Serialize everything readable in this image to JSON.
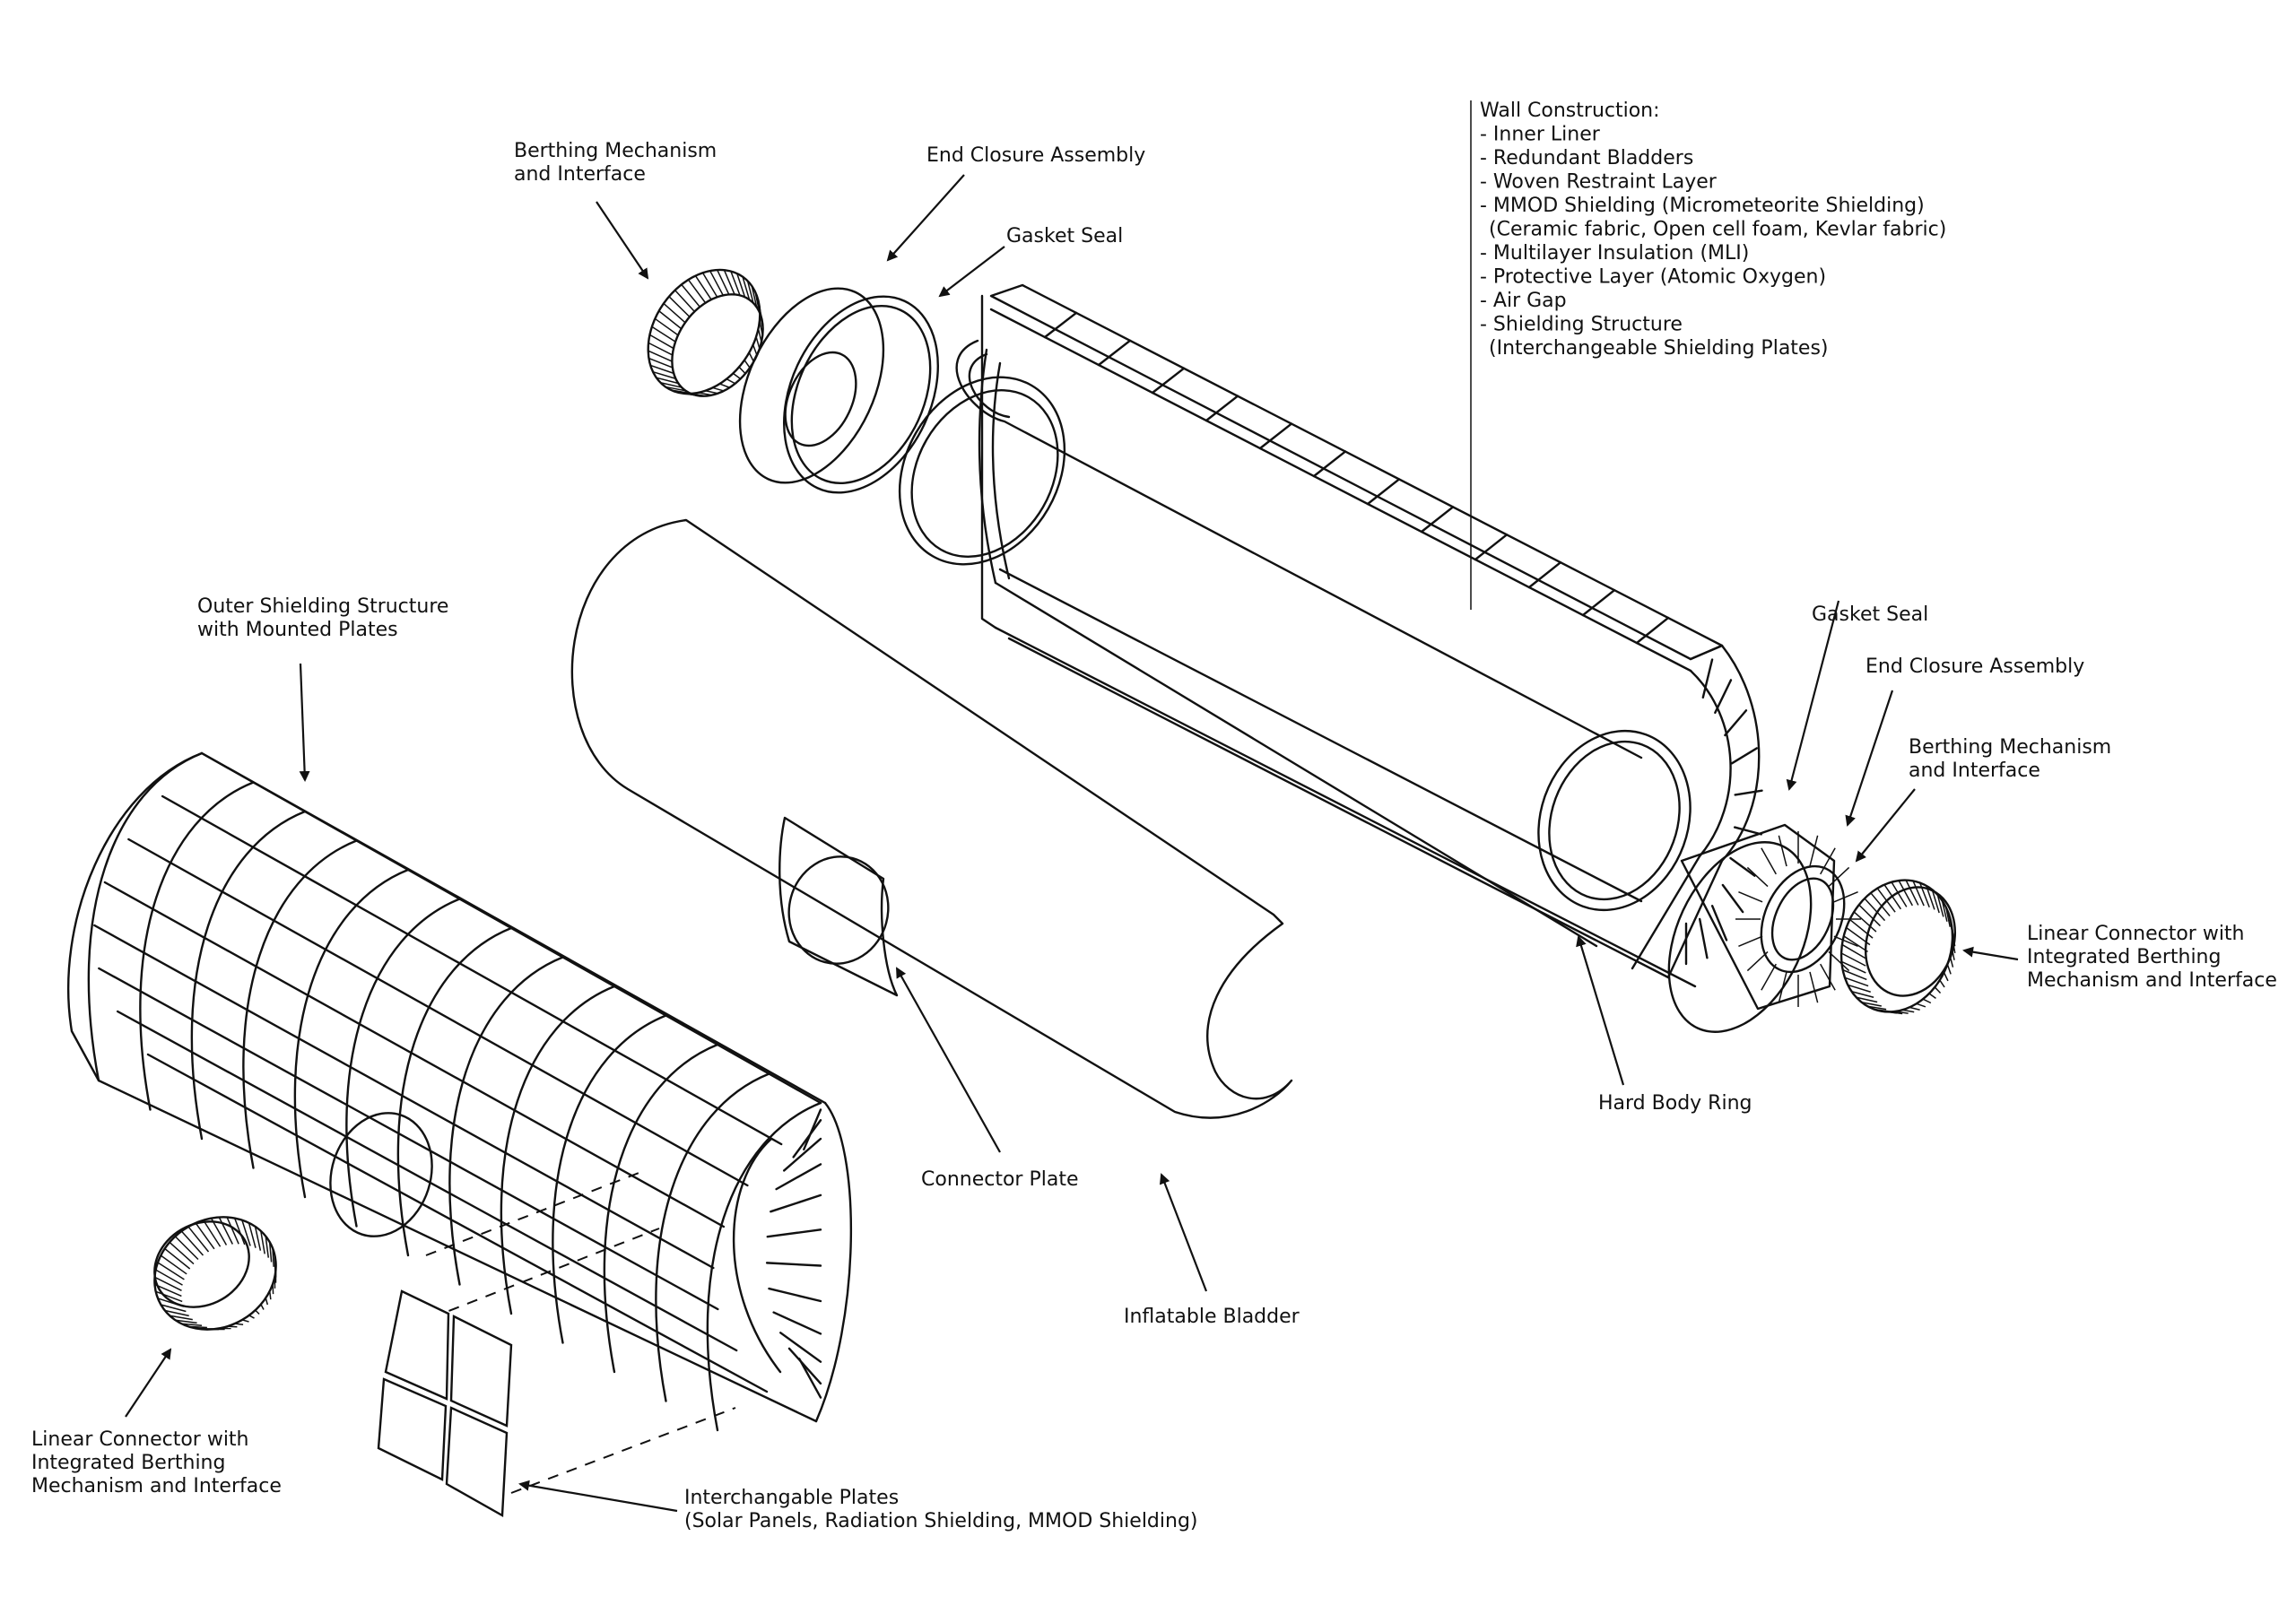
{
  "labels": {
    "berthing_top": [
      "Berthing Mechanism",
      "and Interface"
    ],
    "end_closure_top": "End Closure Assembly",
    "gasket_top": "Gasket Seal",
    "wall": [
      "Wall Construction:",
      "- Inner Liner",
      "- Redundant Bladders",
      "- Woven Restraint Layer",
      "- MMOD Shielding (Micrometeorite Shielding)",
      "  (Ceramic fabric, Open cell foam, Kevlar fabric)",
      "- Multilayer Insulation (MLI)",
      "- Protective Layer (Atomic Oxygen)",
      "- Air Gap",
      "- Shielding Structure",
      "  (Interchangeable Shielding Plates)"
    ],
    "outer_shielding": [
      "Outer Shielding Structure",
      "with Mounted Plates"
    ],
    "gasket_right": "Gasket Seal",
    "end_closure_right": "End Closure Assembly",
    "berthing_right": [
      "Berthing Mechanism",
      "and Interface"
    ],
    "linear_connector_right": [
      "Linear Connector with",
      "Integrated Berthing",
      "Mechanism and Interface"
    ],
    "hard_body_ring": "Hard Body Ring",
    "connector_plate": "Connector Plate",
    "inflatable_bladder": "Inflatable Bladder",
    "linear_connector_left": [
      "Linear Connector with",
      "Integrated Berthing",
      "Mechanism and Interface"
    ],
    "interchangable_plates": [
      "Interchangable Plates",
      "(Solar Panels, Radiation Shielding, MMOD Shielding)"
    ]
  }
}
